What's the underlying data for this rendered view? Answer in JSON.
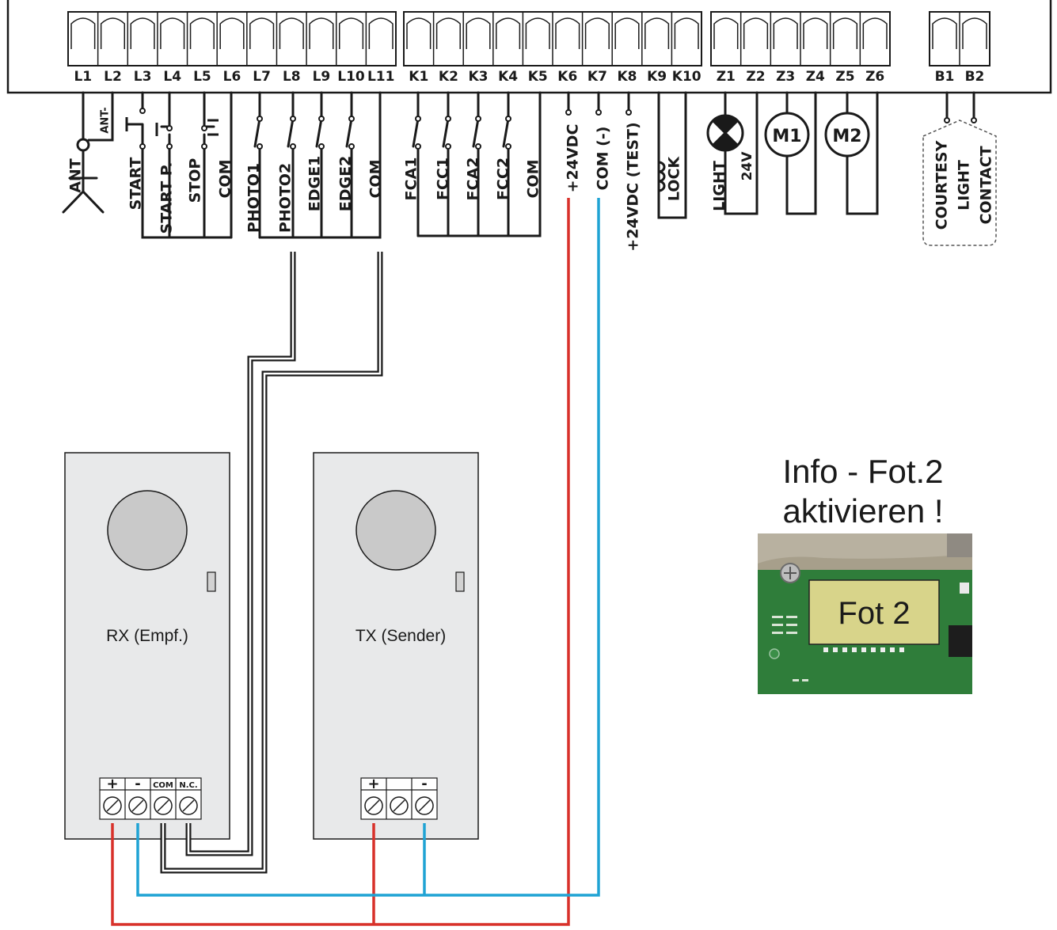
{
  "terminals": {
    "l_group": [
      "L1",
      "L2",
      "L3",
      "L4",
      "L5",
      "L6",
      "L7",
      "L8",
      "L9",
      "L10",
      "L11"
    ],
    "k_group": [
      "K1",
      "K2",
      "K3",
      "K4",
      "K5",
      "K6",
      "K7",
      "K8",
      "K9",
      "K10"
    ],
    "z_group": [
      "Z1",
      "Z2",
      "Z3",
      "Z4",
      "Z5",
      "Z6"
    ],
    "b_group": [
      "B1",
      "B2"
    ]
  },
  "connections": {
    "ant_minus": "ANT-",
    "ant": "ANT",
    "start": "START",
    "start_p": "START P.",
    "stop": "STOP",
    "com_l6": "COM",
    "photo1": "PHOTO1",
    "photo2": "PHOTO2",
    "edge1": "EDGE1",
    "edge2": "EDGE2",
    "com_l11": "COM",
    "fca1": "FCA1",
    "fcc1": "FCC1",
    "fca2": "FCA2",
    "fcc2": "FCC2",
    "com_k5": "COM",
    "plus24": "+24VDC",
    "com_minus": "COM (-)",
    "test24": "+24VDC (TEST)",
    "lock": "LOCK",
    "light": "LIGHT",
    "light_v": "24V",
    "m1": "M1",
    "m2": "M2",
    "courtesy_1": "COURTESY",
    "courtesy_2": "LIGHT",
    "courtesy_3": "CONTACT"
  },
  "devices": {
    "rx": {
      "label": "RX (Empf.)",
      "terminals": [
        "+",
        "-",
        "COM",
        "N.C."
      ]
    },
    "tx": {
      "label": "TX (Sender)",
      "terminals": [
        "+",
        "",
        "-"
      ]
    }
  },
  "info": {
    "line1": "Info - Fot.2",
    "line2": "aktivieren !",
    "photo_label": "Fot 2"
  },
  "colors": {
    "wire_red": "#d8312a",
    "wire_blue": "#1fa3d4",
    "wire_black": "#1a1a1a",
    "device_fill": "#e8e9ea",
    "pcb_green": "#2f7d3a",
    "label_yellow": "#d8d48a"
  }
}
